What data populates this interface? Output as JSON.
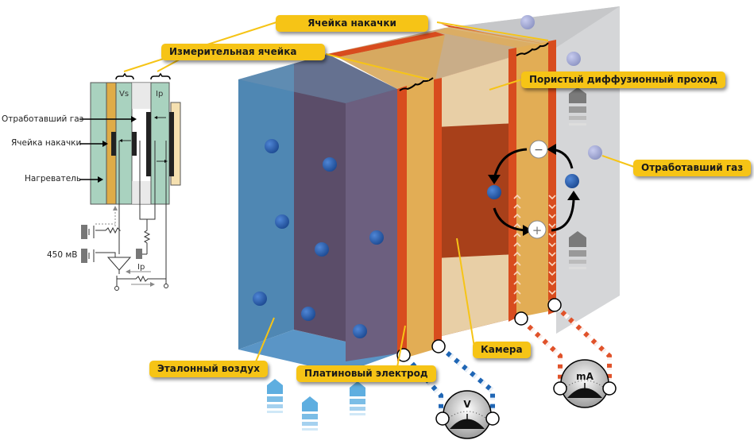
{
  "diagram": {
    "title": "Wideband oxygen sensor (pump cell) schematic",
    "callouts": {
      "pump_cell_top": "Ячейка накачки",
      "measuring_cell": "Измерительная ячейка",
      "porous_diffusion_path": "Пористый диффузионный проход",
      "exhaust_gas_right": "Отработавший газ",
      "reference_air": "Эталонный воздух",
      "platinum_electrode": "Платиновый электрод",
      "chamber": "Камера"
    },
    "schematic": {
      "exhaust_gas": "Отработавший газ",
      "pump_cell": "Ячейка накачки",
      "heater": "Нагреватель",
      "vs_label": "Vs",
      "ip_label": "Ip",
      "voltage_ref": "450 мВ",
      "ip_current": "Ip"
    },
    "meters": {
      "voltmeter": "V",
      "ammeter": "mA"
    },
    "ions": {
      "negative": "−",
      "positive": "+"
    },
    "colors": {
      "callout": "#f6c416",
      "reference_air_block": "#4f87b3",
      "purple_layer": "#5d4f6b",
      "electrode": "#d84c1e",
      "electrolyte": "#e2ad55",
      "chamber": "#a8401a",
      "diffusion_gap": "#e8cfa6",
      "exhaust_block": "#d1d2d4",
      "oxygen_molecule": "#2d5ea8"
    }
  }
}
